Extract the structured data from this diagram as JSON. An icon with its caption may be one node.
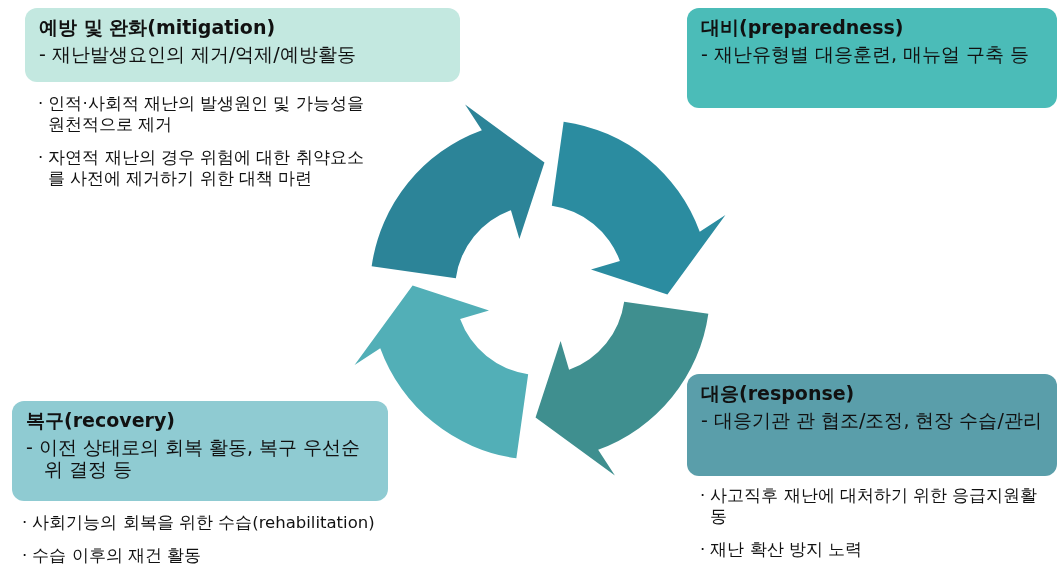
{
  "diagram": {
    "nodes": [
      {
        "text": [
          "예방 및 완화(mitigation)",
          "- 재난발생요인의 제거/억제/예방활동"
        ],
        "beside": [
          "· 인적·사회적 재난의 발생원인 및 가능성을 원천적으로 제거",
          "· 자연적 재난의 경우 위험에 대한 취약요소를 사전에 제거하기 위한 대책 마련"
        ]
      },
      {
        "text": [
          "대비(preparedness)",
          "- 재난유형별 대응훈련, 매뉴얼 구축 등"
        ]
      },
      {
        "text": [
          "대응(response)",
          "- 대응기관 관 협조/조정, 현장 수습/관리"
        ],
        "beside": [
          "· 사고직후 재난에 대처하기 위한 응급지원활동",
          "· 재난 확산 방지 노력"
        ]
      },
      {
        "text": [
          "복구(recovery)",
          "- 이전 상태로의 회복 활동, 복구 우선순위 결정 등"
        ],
        "beside": [
          "· 사회기능의 회복을 위한 수습(rehabilitation)",
          "· 수습 이후의 재건 활동"
        ]
      }
    ]
  }
}
